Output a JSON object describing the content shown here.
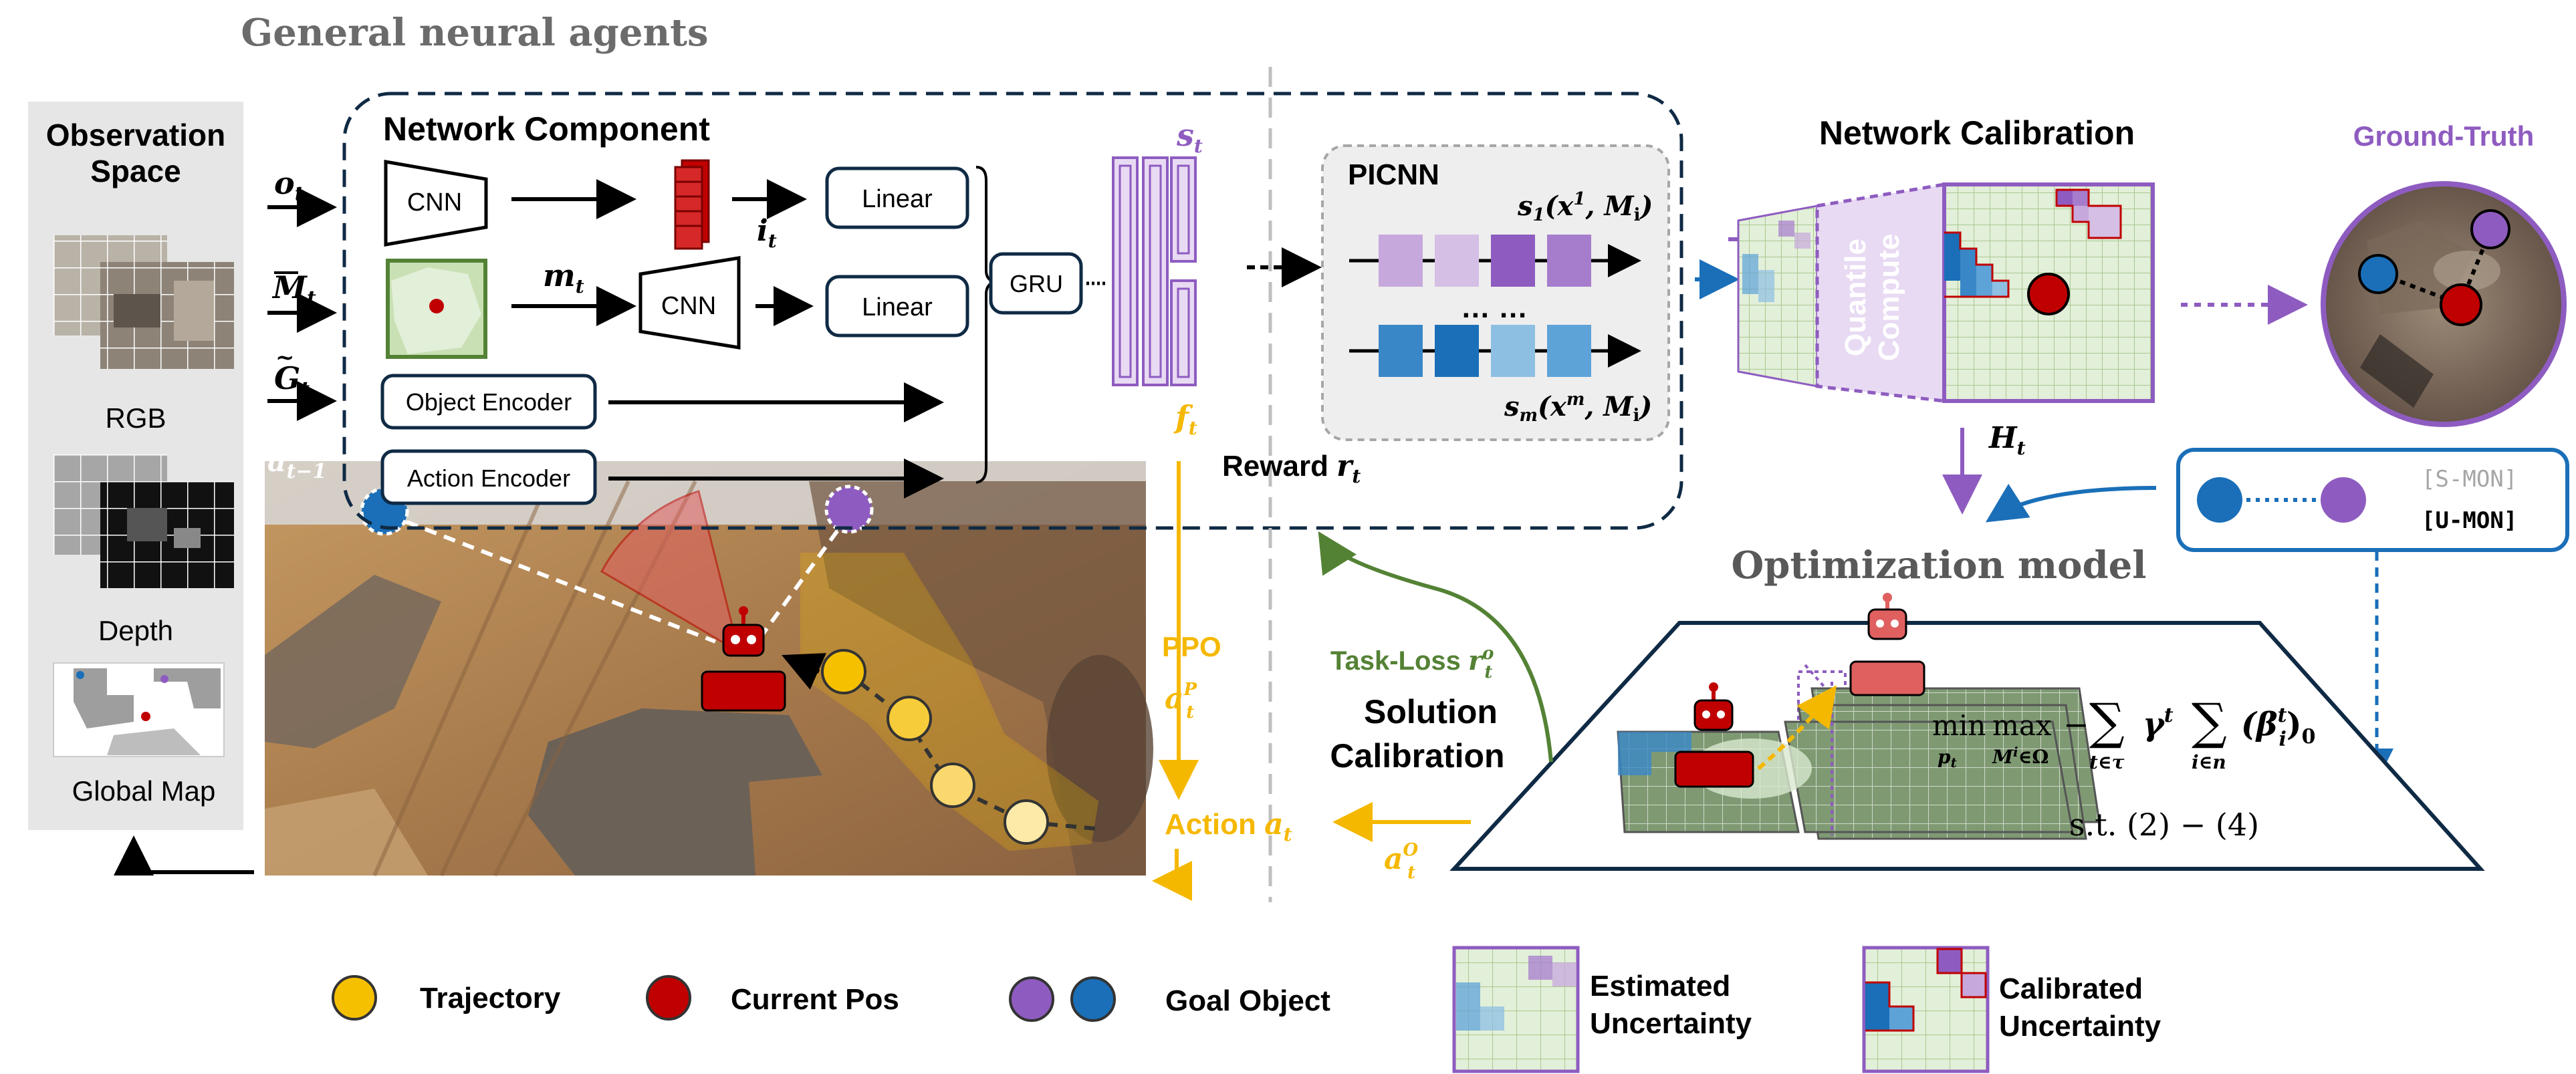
{
  "title": "General neural agents",
  "observation": {
    "heading_line1": "Observation",
    "heading_line2": "Space",
    "rgb_label": "RGB",
    "depth_label": "Depth",
    "global_map_label": "Global Map"
  },
  "inputs": {
    "o": "o",
    "o_sub": "t",
    "m_bar": "M",
    "m_bar_sub": "t",
    "g_tilde": "G",
    "g_tilde_sub": "t",
    "a_prev": "a",
    "a_prev_sub": "t−1"
  },
  "network": {
    "heading": "Network Component",
    "cnn_label": "CNN",
    "cnn2_label": "CNN",
    "linear_label": "Linear",
    "linear2_label": "Linear",
    "i_symbol": "i",
    "i_sub": "t",
    "m_symbol": "m",
    "m_sub": "t",
    "object_encoder": "Object Encoder",
    "action_encoder": "Action Encoder",
    "gru_label": "GRU",
    "s_symbol": "s",
    "s_sub": "t",
    "f_symbol": "f",
    "f_sub": "t",
    "reward_label": "Reward ",
    "reward_symbol": "r",
    "reward_sub": "t"
  },
  "picnn": {
    "heading": "PICNN",
    "s1_label": "s",
    "s1_sub": "1",
    "s1_args": "(x",
    "s1_sup": "1",
    "s1_tail": ", M",
    "s1_tail_sub": "i",
    "s1_close": ")",
    "sm_label": "s",
    "sm_sub": "m",
    "sm_args": "(x",
    "sm_sup": "m",
    "sm_tail": ", M",
    "sm_tail_sub": "i",
    "sm_close": ")",
    "ellipsis": "… …",
    "row1_colors": [
      "#c7a8dc",
      "#d5bfe5",
      "#8e5cc0",
      "#a67ccc"
    ],
    "row2_colors": [
      "#3a87c8",
      "#1a6fb8",
      "#8dbfe3",
      "#5ea3d8"
    ]
  },
  "calibration": {
    "heading": "Network Calibration",
    "quantile_line1": "Quantile",
    "quantile_line2": "Compute",
    "h_symbol": "H",
    "h_sub": "t",
    "ground_truth": "Ground-Truth"
  },
  "mon": {
    "s_mon": "[S-MON]",
    "u_mon": "[U-MON]"
  },
  "optimization": {
    "heading": "Optimization model",
    "min": "min",
    "min_sub": "p",
    "min_sub2": "t",
    "max": "max",
    "max_sub": "M",
    "max_sub_sup": "i",
    "max_sub_tail": "∈Ω",
    "minus": "−",
    "sum": "∑",
    "sum1_sub": "t∈τ",
    "gamma": "γ",
    "gamma_sup": "t",
    "sum2_sub": "i∈n",
    "beta": "(β",
    "beta_sup": "t",
    "beta_sub": "i",
    "beta_close": ")",
    "beta_zero": "0",
    "st_line": "s.t.  (2)  −  (4)"
  },
  "loop": {
    "task_loss": "Task-Loss ",
    "task_loss_symbol": "r",
    "task_loss_sup": "o",
    "task_loss_sub": "t",
    "solution_line1": "Solution",
    "solution_line2": "Calibration",
    "ppo": "PPO",
    "a_p": "a",
    "a_p_sup": "P",
    "a_p_sub": "t",
    "action_label": "Action ",
    "action_symbol": "a",
    "action_sub": "t",
    "a_o": "a",
    "a_o_sup": "O",
    "a_o_sub": "t"
  },
  "legend": {
    "trajectory": "Trajectory",
    "current_pos": "Current Pos",
    "goal_object": "Goal Object",
    "estimated_line1": "Estimated",
    "estimated_line2": "Uncertainty",
    "calibrated_line1": "Calibrated",
    "calibrated_line2": "Uncertainty"
  },
  "colors": {
    "purple": "#8e5cc0",
    "blue": "#1a6fb8",
    "red": "#c00000",
    "yellow": "#f5c000",
    "green": "#548235",
    "navy": "#0f2a44",
    "grid_green": "#e2efd9"
  }
}
